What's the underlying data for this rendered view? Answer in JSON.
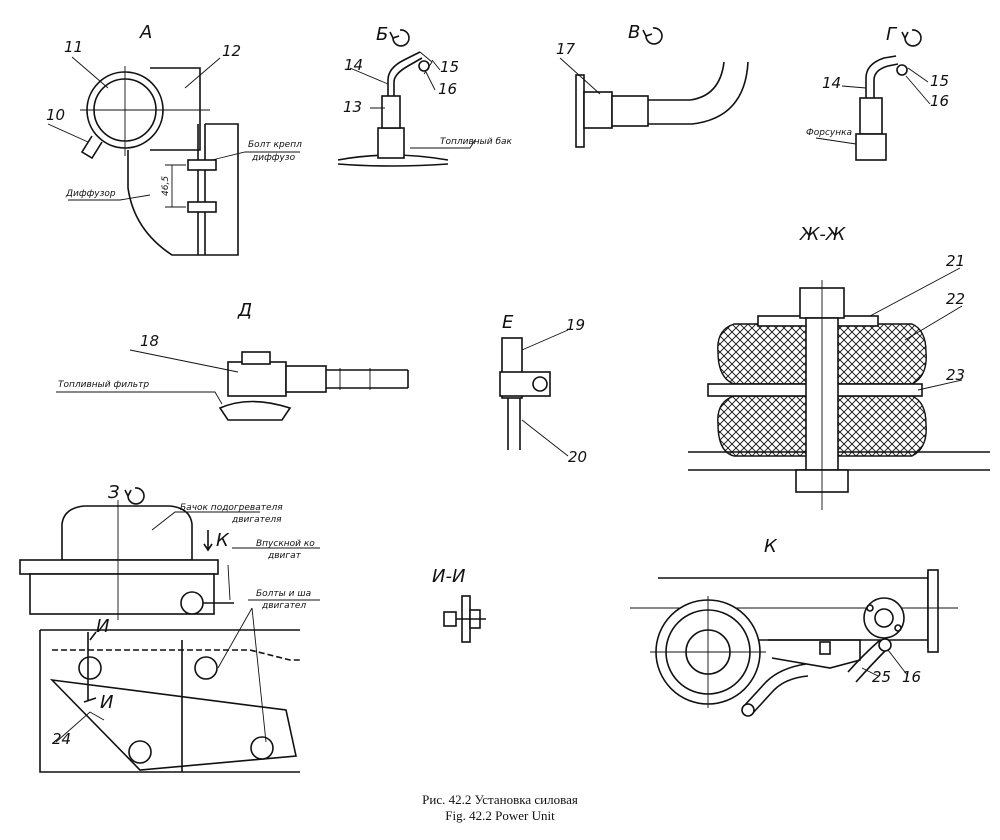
{
  "caption": {
    "ru": "Рис. 42.2 Установка силовая",
    "en": "Fig. 42.2 Power Unit"
  },
  "views": {
    "a": "А",
    "b": "Б",
    "v": "В",
    "g": "Г",
    "d": "Д",
    "e": "Е",
    "zh": "Ж-Ж",
    "z": "З",
    "i": "И-И",
    "k": "К"
  },
  "section_marks": {
    "k_arrow": "К",
    "i_top": "И",
    "i_bottom": "И"
  },
  "part_numbers": {
    "p10": "10",
    "p11": "11",
    "p12": "12",
    "p13": "13",
    "p14a": "14",
    "p15a": "15",
    "p16a": "16",
    "p17": "17",
    "p14b": "14",
    "p15b": "15",
    "p16b": "16",
    "p18": "18",
    "p19": "19",
    "p20": "20",
    "p21": "21",
    "p22": "22",
    "p23": "23",
    "p24": "24",
    "p25": "25",
    "p16c": "16"
  },
  "notes": {
    "bolt_diffuser_1": "Болт крепл",
    "bolt_diffuser_2": "диффузо",
    "diffuser": "Диффузор",
    "dimension": "46,5",
    "fuel_tank": "Топливный бак",
    "injector": "Форсунка",
    "fuel_filter": "Топливный фильтр",
    "heater_tank_1": "Бачок подогревателя",
    "heater_tank_2": "двигателя",
    "intake_1": "Впускной ко",
    "intake_2": "двигат",
    "bolts_1": "Болты и ша",
    "bolts_2": "двигател"
  },
  "icons": {
    "rotation": "rotation-arrow-icon"
  }
}
